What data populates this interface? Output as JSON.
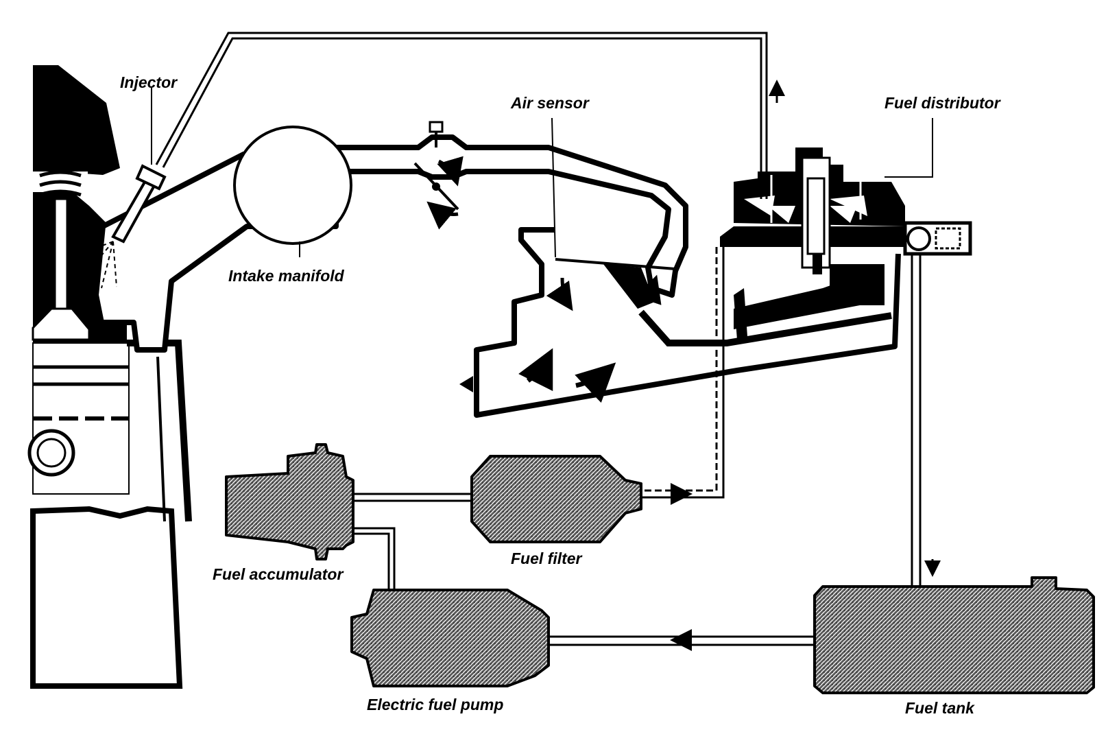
{
  "labels": {
    "injector": "Injector",
    "air_sensor": "Air sensor",
    "fuel_distributor": "Fuel distributor",
    "intake_manifold": "Intake manifold",
    "fuel_accumulator": "Fuel accumulator",
    "fuel_filter": "Fuel filter",
    "electric_fuel_pump": "Electric fuel pump",
    "fuel_tank": "Fuel tank"
  },
  "colors": {
    "ink": "#000000",
    "paper": "#ffffff",
    "component_fill": "#555555"
  }
}
